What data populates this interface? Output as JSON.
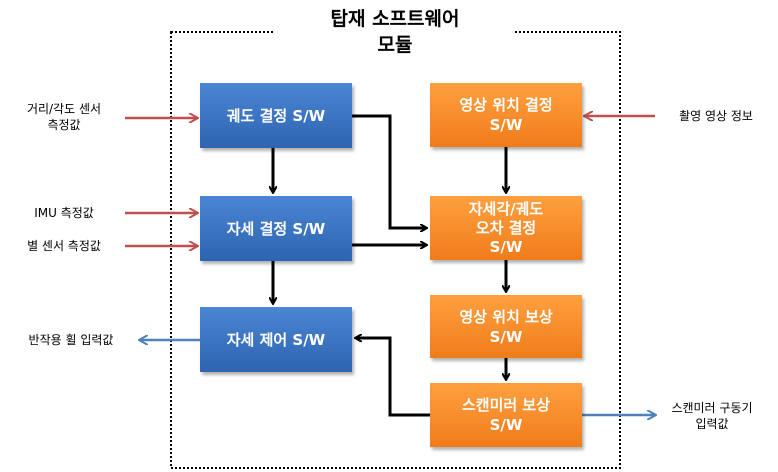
{
  "title": [
    "탑재 소프트웨어",
    "모듈"
  ],
  "blocks": {
    "orbit": [
      "궤도 결정 S/W"
    ],
    "attitude_det": [
      "자세 결정 S/W"
    ],
    "attitude_ctrl": [
      "자세 제어 S/W"
    ],
    "image_pos": [
      "영상 위치 결정",
      "S/W"
    ],
    "error_det": [
      "자세각/궤도",
      "오차 결정",
      "S/W"
    ],
    "image_comp": [
      "영상 위치 보상",
      "S/W"
    ],
    "mirror_comp": [
      "스캔미러 보상",
      "S/W"
    ]
  },
  "inputs": {
    "range_sensor": [
      "거리/각도 센서",
      "측정값"
    ],
    "imu": "IMU 측정값",
    "star_sensor": "별 센서 측정값",
    "image_info": "촬영 영상 정보"
  },
  "outputs": {
    "wheel": "반작용 휠 입력값",
    "mirror": [
      "스캔미러 구동기",
      "입력값"
    ]
  },
  "colors": {
    "input_arrow": "#c0504d",
    "output_arrow": "#4f81bd",
    "blue": "#3a74c4",
    "orange": "#f58a2a"
  }
}
